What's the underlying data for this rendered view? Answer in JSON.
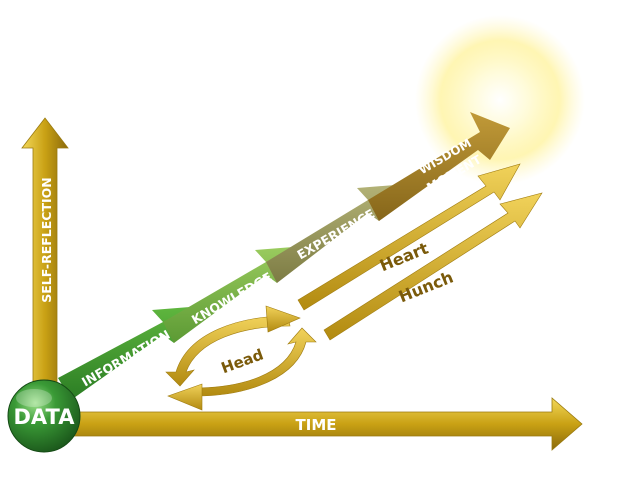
{
  "center": {
    "label": "DATA"
  },
  "axes": {
    "x_label": "TIME",
    "y_label": "SELF-REFLECTION"
  },
  "stages": [
    {
      "label": "INFORMATION"
    },
    {
      "label": "KNOWLEDGE"
    },
    {
      "label": "EXPERIENCE"
    },
    {
      "label": "WISDOM",
      "label2": "MOMENT"
    }
  ],
  "arrows": {
    "head": "Head",
    "heart": "Heart",
    "hunch": "Hunch"
  },
  "colors": {
    "axis_gold": "#c9a114",
    "stage_green_dark": "#3f9a32",
    "stage_green_light": "#86b94a",
    "stage_olive": "#a0a05a",
    "stage_gold": "#a8841e",
    "sun": "#fff7a6",
    "data_ball": "#2e7d32"
  }
}
